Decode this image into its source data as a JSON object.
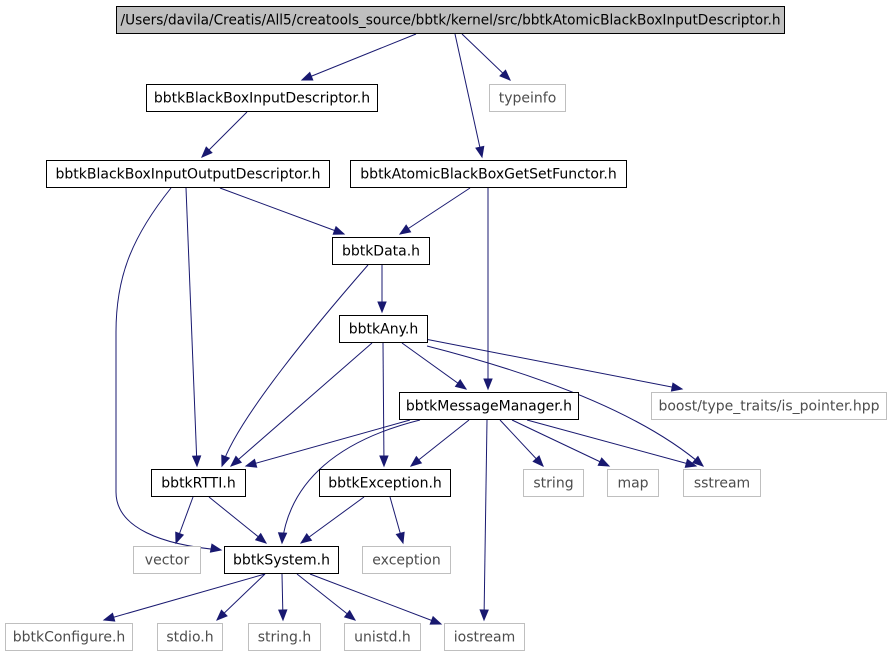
{
  "graph": {
    "colors": {
      "edge": "#191970",
      "root_fill": "#bfbfbf",
      "node_border": "#000000",
      "system_border": "#bfbfbf",
      "system_text": "#4d4d4d"
    },
    "nodes": [
      {
        "id": "root",
        "label": "/Users/davila/Creatis/All5/creatools_source/bbtk/kernel/src/bbtkAtomicBlackBoxInputDescriptor.h",
        "kind": "root"
      },
      {
        "id": "bbid",
        "label": "bbtkBlackBoxInputDescriptor.h",
        "kind": "header"
      },
      {
        "id": "typeinfo",
        "label": "typeinfo",
        "kind": "system"
      },
      {
        "id": "biod",
        "label": "bbtkBlackBoxInputOutputDescriptor.h",
        "kind": "header"
      },
      {
        "id": "agsf",
        "label": "bbtkAtomicBlackBoxGetSetFunctor.h",
        "kind": "header"
      },
      {
        "id": "data",
        "label": "bbtkData.h",
        "kind": "header"
      },
      {
        "id": "any",
        "label": "bbtkAny.h",
        "kind": "header"
      },
      {
        "id": "msg",
        "label": "bbtkMessageManager.h",
        "kind": "header"
      },
      {
        "id": "boost",
        "label": "boost/type_traits/is_pointer.hpp",
        "kind": "system"
      },
      {
        "id": "rtti",
        "label": "bbtkRTTI.h",
        "kind": "header"
      },
      {
        "id": "exc",
        "label": "bbtkException.h",
        "kind": "header"
      },
      {
        "id": "string",
        "label": "string",
        "kind": "system"
      },
      {
        "id": "map",
        "label": "map",
        "kind": "system"
      },
      {
        "id": "sstream",
        "label": "sstream",
        "kind": "system"
      },
      {
        "id": "vector",
        "label": "vector",
        "kind": "system"
      },
      {
        "id": "sys",
        "label": "bbtkSystem.h",
        "kind": "header"
      },
      {
        "id": "exception",
        "label": "exception",
        "kind": "system"
      },
      {
        "id": "conf",
        "label": "bbtkConfigure.h",
        "kind": "system"
      },
      {
        "id": "stdio",
        "label": "stdio.h",
        "kind": "system"
      },
      {
        "id": "stringh",
        "label": "string.h",
        "kind": "system"
      },
      {
        "id": "unistd",
        "label": "unistd.h",
        "kind": "system"
      },
      {
        "id": "iostream",
        "label": "iostream",
        "kind": "system"
      }
    ],
    "edges": [
      {
        "from": "root",
        "to": "bbid"
      },
      {
        "from": "root",
        "to": "agsf"
      },
      {
        "from": "root",
        "to": "typeinfo"
      },
      {
        "from": "bbid",
        "to": "biod"
      },
      {
        "from": "biod",
        "to": "data"
      },
      {
        "from": "biod",
        "to": "rtti"
      },
      {
        "from": "biod",
        "to": "sys"
      },
      {
        "from": "agsf",
        "to": "data"
      },
      {
        "from": "agsf",
        "to": "msg"
      },
      {
        "from": "data",
        "to": "any"
      },
      {
        "from": "data",
        "to": "rtti"
      },
      {
        "from": "any",
        "to": "msg"
      },
      {
        "from": "any",
        "to": "boost"
      },
      {
        "from": "any",
        "to": "rtti"
      },
      {
        "from": "any",
        "to": "exc"
      },
      {
        "from": "any",
        "to": "sstream"
      },
      {
        "from": "msg",
        "to": "rtti"
      },
      {
        "from": "msg",
        "to": "exc"
      },
      {
        "from": "msg",
        "to": "sys"
      },
      {
        "from": "msg",
        "to": "string"
      },
      {
        "from": "msg",
        "to": "map"
      },
      {
        "from": "msg",
        "to": "sstream"
      },
      {
        "from": "msg",
        "to": "iostream"
      },
      {
        "from": "rtti",
        "to": "vector"
      },
      {
        "from": "rtti",
        "to": "sys"
      },
      {
        "from": "exc",
        "to": "sys"
      },
      {
        "from": "exc",
        "to": "exception"
      },
      {
        "from": "sys",
        "to": "conf"
      },
      {
        "from": "sys",
        "to": "stdio"
      },
      {
        "from": "sys",
        "to": "stringh"
      },
      {
        "from": "sys",
        "to": "unistd"
      },
      {
        "from": "sys",
        "to": "iostream"
      }
    ]
  }
}
